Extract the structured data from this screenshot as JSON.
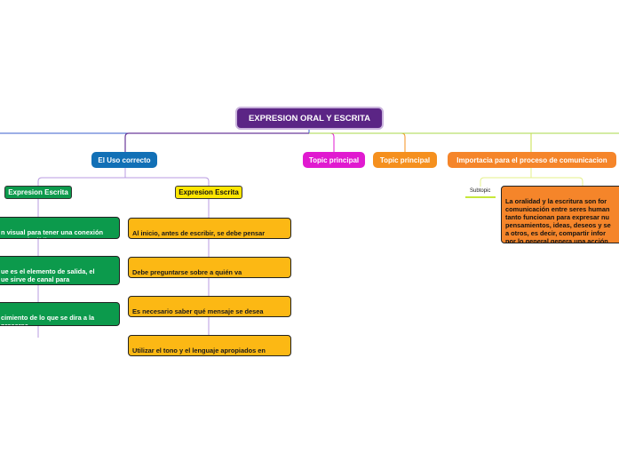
{
  "root": {
    "label": "EXPRESION ORAL Y ESCRITA"
  },
  "branches": {
    "uso": {
      "label": "El Uso correcto"
    },
    "topic1": {
      "label": "Topic principal"
    },
    "topic2": {
      "label": "Topic principal"
    },
    "importancia": {
      "label": "Importacia para el proceso de comunicacion"
    }
  },
  "left_col": {
    "label": "Expresion Escrita",
    "items": [
      "n visual para tener una conexión\nte, con el público.",
      "ue es el elemento de salida, el\nue sirve de canal para\n.",
      "cimiento de lo que se dira a la\npresarse"
    ]
  },
  "right_col": {
    "label": "Expresion Escrita",
    "items": [
      "Al inicio, antes de escribir, se debe pensar\nqué se va a escribir.",
      "Debe preguntarse sobre a quién va\ndestinado lo escrito.",
      "Es necesario saber qué mensaje se desea\ncomunicar.",
      "Utilizar el tono y el lenguaje apropiados en\nla escritura."
    ]
  },
  "importancia_detail": {
    "subtopic": "Subtopic",
    "text": "La oralidad y la escritura son for\ncomunicación entre seres human\ntanto funcionan para expresar nu\npensamientos, ideas, deseos y se\na otros, es decir, compartir infor\npor lo general genera una acción\npor parte del receptor."
  },
  "colors": {
    "root": "#5b2585",
    "uso": "#1270b6",
    "topic1": "#e01ad0",
    "topic2": "#f5901e",
    "importancia": "#f5852a",
    "green": "#0c9a4c",
    "yellow": "#fcb814"
  }
}
